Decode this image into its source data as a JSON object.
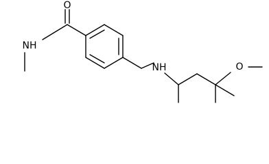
{
  "atoms": {
    "carbonyl_oxygen": "O",
    "amide_nitrogen": "NH",
    "amine_nitrogen": "NH",
    "ether_oxygen": "O"
  },
  "colors": {
    "bond": "#000000",
    "background": "#ffffff"
  }
}
